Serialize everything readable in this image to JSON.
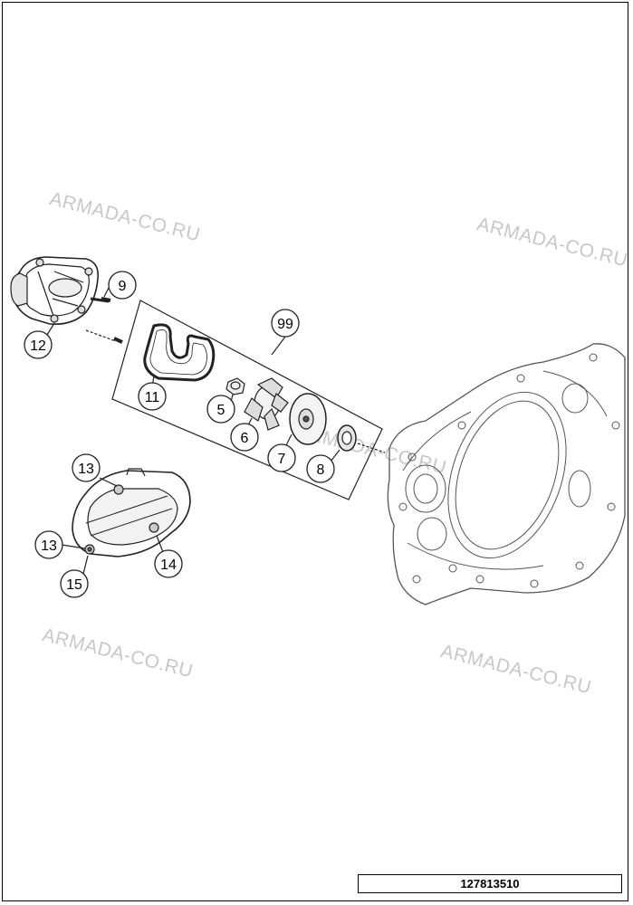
{
  "watermark": {
    "text_1": "ARMADA-CO.RU",
    "text_2": "ARMADA-CO.RU",
    "text_3": "ARMADA-CO.RU",
    "text_4": "ARMADA-CO.RU",
    "text_5": "ARMADA-CO.RU"
  },
  "callouts": {
    "c9": "9",
    "c12": "12",
    "c99": "99",
    "c11": "11",
    "c5": "5",
    "c6": "6",
    "c7": "7",
    "c8": "8",
    "c13a": "13",
    "c13b": "13",
    "c14": "14",
    "c15": "15"
  },
  "drawing_code": "127813510"
}
